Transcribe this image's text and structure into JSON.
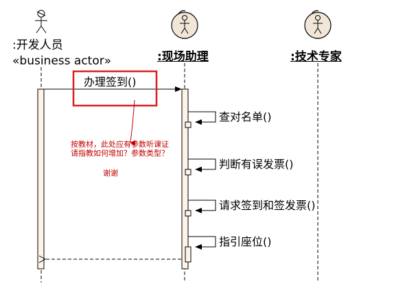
{
  "lifelines": [
    {
      "name": ":开发人员",
      "stereotype": "«business actor»",
      "kind": "actor"
    },
    {
      "name": ":现场助理",
      "kind": "business-worker"
    },
    {
      "name": ":技术专家",
      "kind": "business-worker"
    }
  ],
  "messages": {
    "call": "办理签到()",
    "self": [
      "查对名单()",
      "判断有误发票()",
      "请求签到和签发票()",
      "指引座位()"
    ]
  },
  "annotation": {
    "line1": "按教材，此处应有参数听课证",
    "line2": "请指教如何增加？参数类型？",
    "thanks": "谢谢"
  },
  "colors": {
    "activation_fill": "#fdf3e7",
    "highlight_box": "#d81e1e",
    "note_text": "#c00000",
    "worker_fill": "#f2e6d8"
  }
}
